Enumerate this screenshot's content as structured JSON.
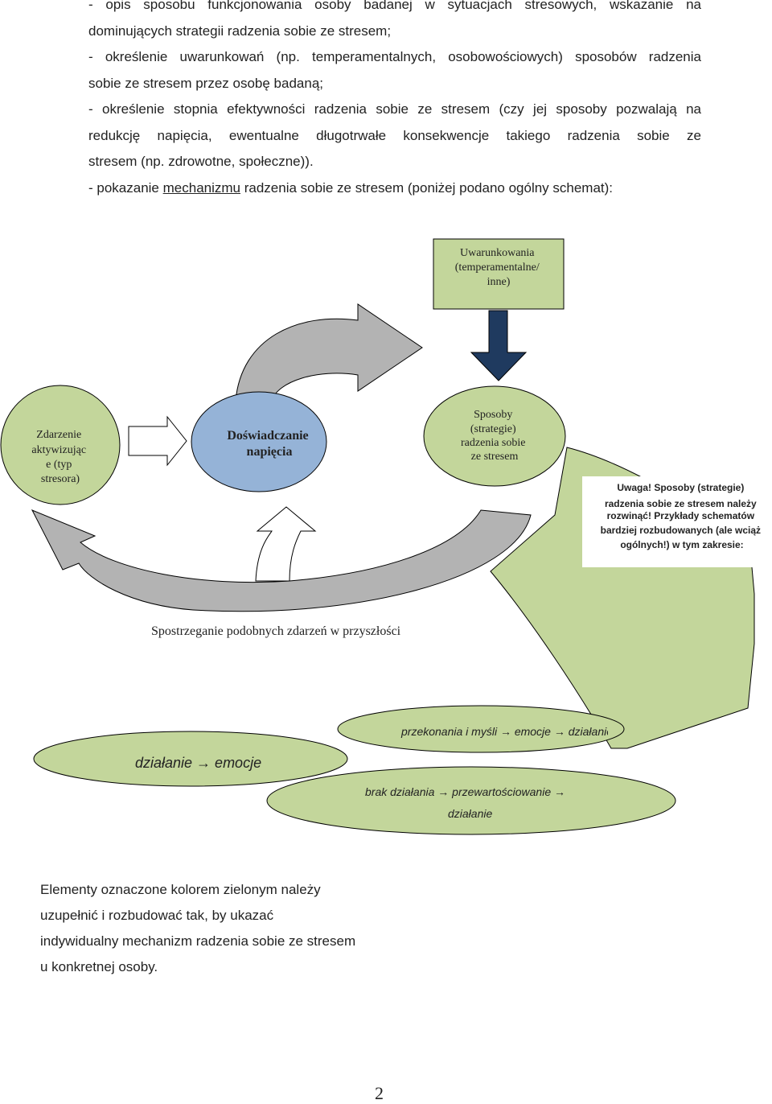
{
  "intro_lines": [
    "- opis sposobu funkcjonowania osoby badanej w sytuacjach stresowych, wskazanie na",
    "dominujących strategii radzenia sobie ze stresem;",
    "- określenie uwarunkowań (np. temperamentalnych, osobowościowych) sposobów radzenia",
    "sobie ze stresem przez osobę badaną;",
    "- określenie stopnia efektywności radzenia sobie ze stresem (czy jej sposoby pozwalają na",
    "redukcję napięcia, ewentualne długotrwałe konsekwencje takiego radzenia sobie ze",
    "stresem (np. zdrowotne, społeczne))."
  ],
  "intro_last": {
    "before": "- pokazanie ",
    "underlined": "mechanizmu",
    "after": " radzenia sobie ze stresem (poniżej podano ogólny schemat):"
  },
  "diagram": {
    "conditions_box": [
      "Uwarunkowania",
      "(temperamentalne/",
      "inne)"
    ],
    "event_circle": [
      "Zdarzenie",
      "aktywizując",
      "e (typ",
      "stresora)"
    ],
    "tension_oval": [
      "Doświadczanie",
      "napięcia"
    ],
    "coping_oval": [
      "Sposoby",
      "(strategie)",
      "radzenia sobie",
      "ze stresem"
    ],
    "note": [
      "Uwaga! Sposoby (strategie)",
      "radzenia sobie ze stresem należy",
      "rozwinąć! Przykłady schematów",
      "bardziej rozbudowanych (ale wciąż",
      "ogólnych!) w tym zakresie:"
    ],
    "perception_label": "Spostrzeganie podobnych zdarzeń w przyszłości",
    "ellipse_action": "działanie → emocje",
    "ellipse_beliefs": "przekonania i myśli → emocje → działanie",
    "ellipse_inaction_line1": "brak działania → przewartościowanie →",
    "ellipse_inaction_line2": "działanie"
  },
  "footer_lines": [
    "Elementy oznaczone kolorem zielonym należy",
    "uzupełnić i  rozbudować tak, by ukazać",
    "indywidualny mechanizm radzenia sobie ze stresem",
    "u konkretnej osoby."
  ],
  "page_number": "2",
  "colors": {
    "green_fill": "#c3d69b",
    "blue_fill": "#95b3d7",
    "navy_arrow": "#1f3a5f",
    "gray_arrow": "#b3b3b3"
  }
}
